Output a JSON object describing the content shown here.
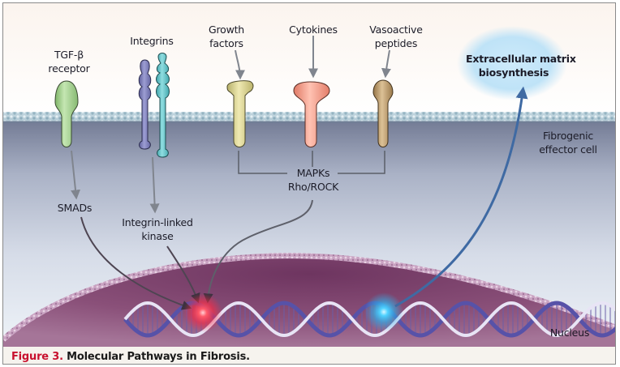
{
  "figure": {
    "number_label": "Figure 3.",
    "title": "Molecular Pathways in Fibrosis."
  },
  "receptors": [
    {
      "id": "tgf-beta",
      "label_line1": "TGF-β",
      "label_line2": "receptor",
      "color": "#9ccc86"
    },
    {
      "id": "integrins",
      "label_line1": "Integrins",
      "label_line2": "",
      "colors": [
        "#7e7fb8",
        "#5ebfc4"
      ]
    },
    {
      "id": "growth-factors",
      "label_line1": "Growth",
      "label_line2": "factors",
      "color": "#d8d28c"
    },
    {
      "id": "cytokines",
      "label_line1": "Cytokines",
      "label_line2": "",
      "color": "#f29a86"
    },
    {
      "id": "vasoactive-peptides",
      "label_line1": "Vasoactive",
      "label_line2": "peptides",
      "color": "#b99766"
    }
  ],
  "signals": {
    "smads": "SMADs",
    "ilk_line1": "Integrin-linked",
    "ilk_line2": "kinase",
    "mapks": "MAPKs",
    "rho": "Rho/ROCK"
  },
  "outputs": {
    "ecm_line1": "Extracellular matrix",
    "ecm_line2": "biosynthesis"
  },
  "regions": {
    "cell_line1": "Fibrogenic",
    "cell_line2": "effector cell",
    "nucleus": "Nucleus"
  },
  "colors": {
    "caption_accent": "#c8102e",
    "nucleus": "#7a3f68",
    "ecm_glow": "#bfe3f7",
    "output_arrow": "#3f6aa3",
    "signal_activation": "#ff3b4e",
    "transcription_output": "#3ec8f5"
  }
}
